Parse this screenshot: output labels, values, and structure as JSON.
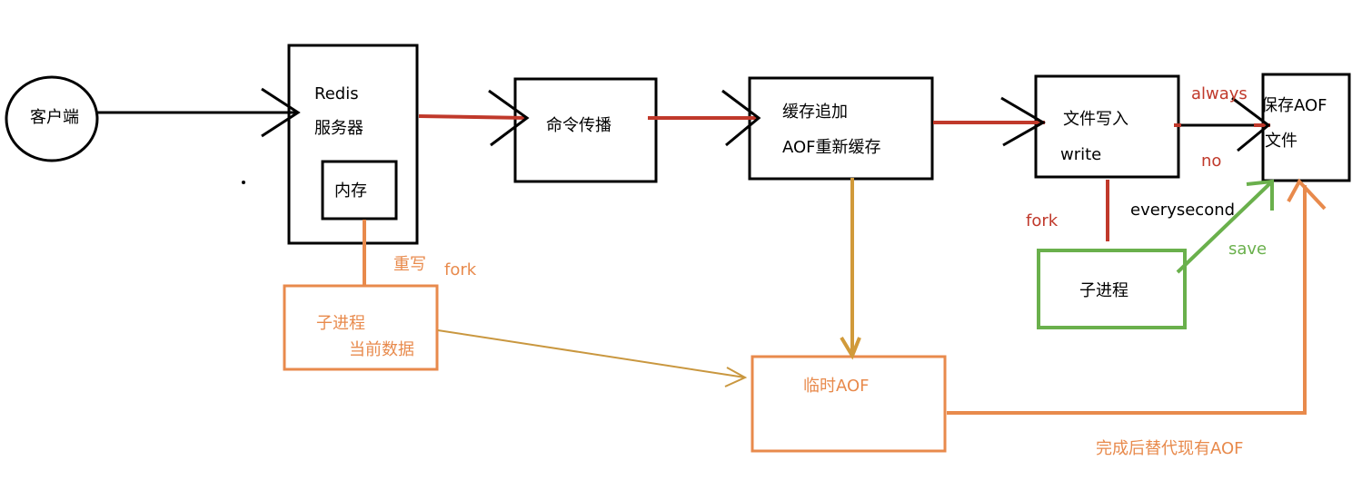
{
  "nodes": {
    "client": "客户端",
    "redis_line1": "Redis",
    "redis_line2": "服务器",
    "memory": "内存",
    "cmd_propagate": "命令传播",
    "buffer_line1": "缓存追加",
    "buffer_line2": "AOF重新缓存",
    "file_write_line1": "文件写入",
    "file_write_line2": "write",
    "save_aof_line1": "保存AOF",
    "save_aof_line2": "文件",
    "child_left_line1": "子进程",
    "child_left_line2": "当前数据",
    "temp_aof": "临时AOF",
    "child_right": "子进程"
  },
  "labels": {
    "rewrite": "重写",
    "fork_left": "fork",
    "fork_right": "fork",
    "always": "always",
    "no": "no",
    "everysecond": "everysecond",
    "save": "save",
    "replace": "完成后替代现有AOF"
  },
  "colors": {
    "black": "#000000",
    "red": "#c0392b",
    "orange": "#e88a4c",
    "gold": "#d19a3a",
    "green": "#6ab04c"
  }
}
